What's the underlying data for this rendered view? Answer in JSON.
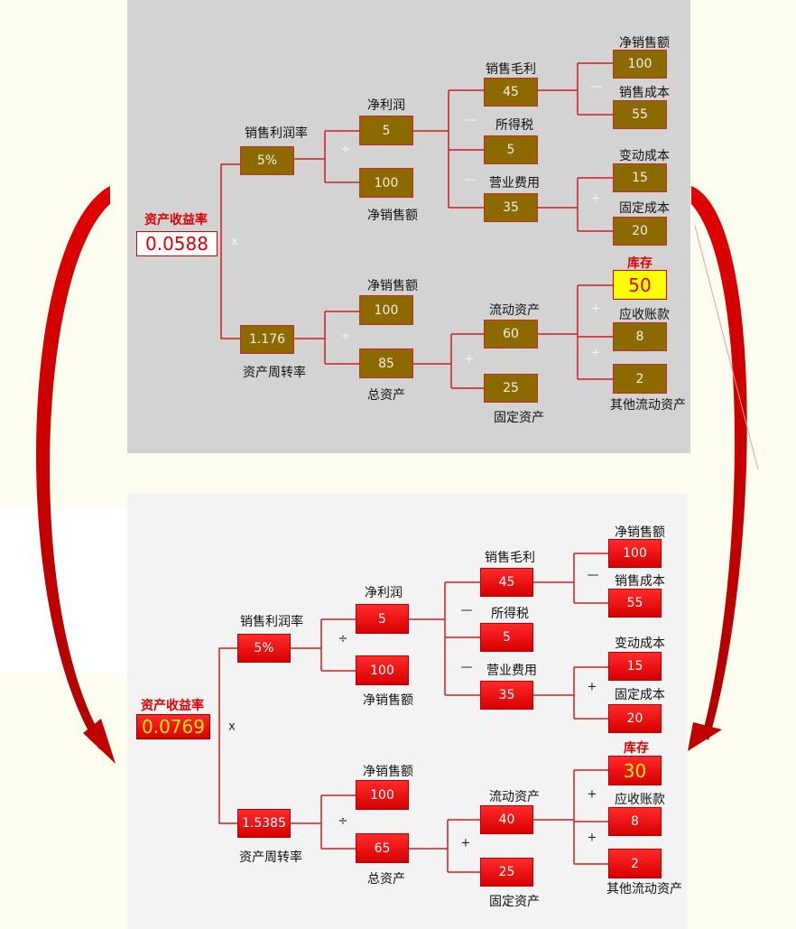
{
  "labels": {
    "roa": "资产收益率",
    "net_margin": "销售利润率",
    "asset_turnover": "资产周转率",
    "net_profit": "净利润",
    "net_sales": "净销售额",
    "total_assets": "总资产",
    "gross_profit": "销售毛利",
    "income_tax": "所得税",
    "operating_expense": "营业费用",
    "cost_of_sales": "销售成本",
    "variable_cost": "变动成本",
    "fixed_cost": "固定成本",
    "current_assets": "流动资产",
    "fixed_assets": "固定资产",
    "inventory": "库存",
    "receivables": "应收账款",
    "other_current_assets": "其他流动资产"
  },
  "operators": {
    "multiply": "x",
    "divide": "÷",
    "minus": "—",
    "plus": "+"
  },
  "before": {
    "roa": "0.0588",
    "net_margin": "5%",
    "asset_turnover": "1.176",
    "net_profit": "5",
    "net_sales": "100",
    "net_sales_2": "100",
    "total_assets": "85",
    "gross_profit": "45",
    "income_tax": "5",
    "operating_expense": "35",
    "net_sales_3": "100",
    "cost_of_sales": "55",
    "variable_cost": "15",
    "fixed_cost": "20",
    "current_assets": "60",
    "fixed_assets": "25",
    "inventory": "50",
    "receivables": "8",
    "other_current_assets": "2"
  },
  "after": {
    "roa": "0.0769",
    "net_margin": "5%",
    "asset_turnover": "1.5385",
    "net_profit": "5",
    "net_sales": "100",
    "net_sales_2": "100",
    "total_assets": "65",
    "gross_profit": "45",
    "income_tax": "5",
    "operating_expense": "35",
    "net_sales_3": "100",
    "cost_of_sales": "55",
    "variable_cost": "15",
    "fixed_cost": "20",
    "current_assets": "40",
    "fixed_assets": "25",
    "inventory": "30",
    "receivables": "8",
    "other_current_assets": "2"
  },
  "colors": {
    "top_box": "#8c6a00",
    "bottom_box": "#e00000",
    "highlight": "#ffff00",
    "arrow": "#d40000",
    "line": "#d02020"
  }
}
